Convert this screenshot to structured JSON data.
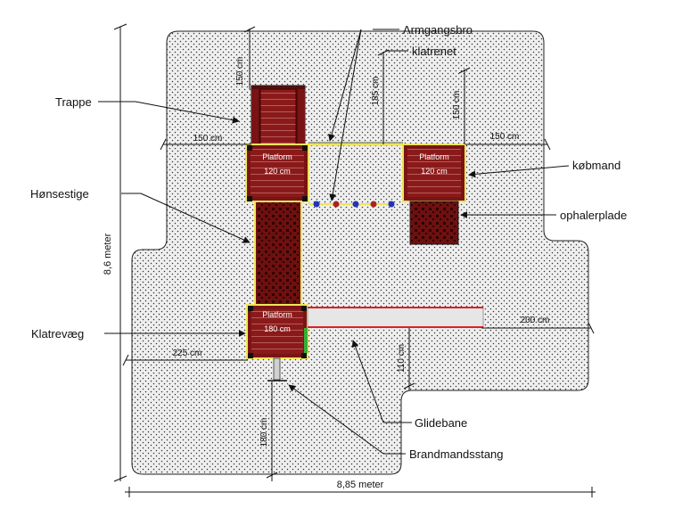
{
  "labels": {
    "armgangsbro": "Armgangsbro",
    "klatrenet": "klatrenet",
    "trappe": "Trappe",
    "hoensestige": "Hønsestige",
    "klatrevaeg": "Klatrevæg",
    "koebmand": "købmand",
    "ophalerplade": "ophalerplade",
    "glidebane": "Glidebane",
    "brandmandsstang": "Brandmandsstang"
  },
  "dimensions": {
    "stair_depth": "150 cm",
    "stair_side": "150 cm",
    "net_height": "185 cm",
    "shop_depth": "150 cm",
    "shop_side": "150 cm",
    "total_height": "8,6 meter",
    "total_width": "8,85 meter",
    "slide_clear": "200 cm",
    "slide_side": "110 cm",
    "left_margin": "225 cm",
    "pole_clear": "180 cm"
  },
  "platforms": {
    "top_left_name": "Platform",
    "top_left_size": "120 cm",
    "top_right_name": "Platform",
    "top_right_size": "120 cm",
    "bottom_name": "Platform",
    "bottom_size": "180 cm"
  },
  "colors": {
    "wood": "#7a1414",
    "wood_dark": "#4a0808",
    "rail": "#ecea7a",
    "ground_fill": "#eeeeee",
    "slide_fill": "#e4e4e4",
    "slide_edge": "#e02020"
  }
}
